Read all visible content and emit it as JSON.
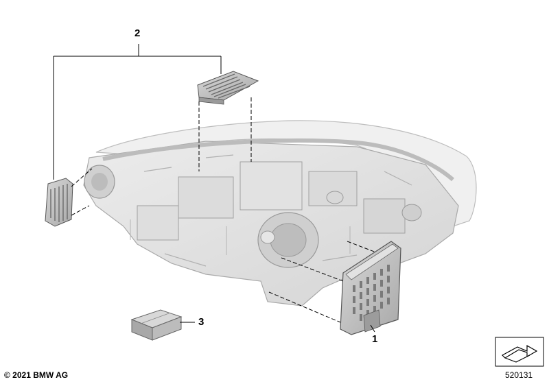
{
  "callouts": {
    "part_1": "1",
    "part_2": "2",
    "part_3": "3"
  },
  "footer": {
    "copyright": "© 2021 BMW AG",
    "diagram_number": "520131"
  },
  "icons": {
    "headlight": "headlight-housing-icon",
    "module_1": "led-driver-module-icon",
    "module_2_top": "control-unit-top-icon",
    "module_2_side": "control-unit-side-icon",
    "part_3": "repair-kit-box-icon",
    "nav": "navigation-arrow-icon"
  },
  "colors": {
    "housing": "#e6e6e6",
    "housing_dark": "#c8c8c8",
    "module": "#cfcfcf",
    "outline": "#666666"
  }
}
